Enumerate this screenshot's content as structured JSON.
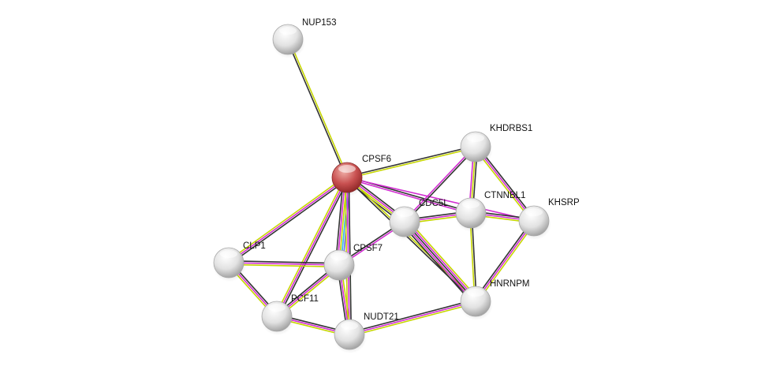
{
  "network": {
    "colors": {
      "black": "#333333",
      "yellow": "#c6d600",
      "magenta": "#d22cd2",
      "blue": "#6a6af0",
      "cyan": "#30b8e0",
      "query_node": "#c84848",
      "node": "#e0e0e0"
    },
    "nodes": [
      {
        "id": "NUP153",
        "label": "NUP153",
        "query": false
      },
      {
        "id": "CPSF6",
        "label": "CPSF6",
        "query": true
      },
      {
        "id": "KHDRBS1",
        "label": "KHDRBS1",
        "query": false
      },
      {
        "id": "CDC5L",
        "label": "CDC5L",
        "query": false
      },
      {
        "id": "CTNNBL1",
        "label": "CTNNBL1",
        "query": false
      },
      {
        "id": "KHSRP",
        "label": "KHSRP",
        "query": false
      },
      {
        "id": "CLP1",
        "label": "CLP1",
        "query": false
      },
      {
        "id": "CPSF7",
        "label": "CPSF7",
        "query": false
      },
      {
        "id": "PCF11",
        "label": "PCF11",
        "query": false
      },
      {
        "id": "NUDT21",
        "label": "NUDT21",
        "query": false
      },
      {
        "id": "HNRNPM",
        "label": "HNRNPM",
        "query": false
      }
    ],
    "edges": [
      {
        "a": "CPSF6",
        "b": "NUP153",
        "evidence": [
          "black",
          "yellow"
        ]
      },
      {
        "a": "CPSF6",
        "b": "KHDRBS1",
        "evidence": [
          "black",
          "yellow"
        ]
      },
      {
        "a": "CPSF6",
        "b": "CTNNBL1",
        "evidence": [
          "black",
          "magenta"
        ]
      },
      {
        "a": "CPSF6",
        "b": "KHSRP",
        "evidence": [
          "magenta"
        ]
      },
      {
        "a": "CPSF6",
        "b": "CDC5L",
        "evidence": [
          "black",
          "magenta",
          "yellow",
          "black"
        ]
      },
      {
        "a": "CPSF6",
        "b": "CLP1",
        "evidence": [
          "black",
          "magenta",
          "yellow"
        ]
      },
      {
        "a": "CPSF6",
        "b": "PCF11",
        "evidence": [
          "black",
          "magenta",
          "yellow"
        ]
      },
      {
        "a": "CPSF6",
        "b": "CPSF7",
        "evidence": [
          "blue",
          "cyan",
          "yellow",
          "magenta",
          "black"
        ]
      },
      {
        "a": "CPSF6",
        "b": "NUDT21",
        "evidence": [
          "black",
          "magenta",
          "yellow"
        ]
      },
      {
        "a": "CPSF6",
        "b": "HNRNPM",
        "evidence": [
          "yellow",
          "black"
        ]
      },
      {
        "a": "KHDRBS1",
        "b": "CDC5L",
        "evidence": [
          "black",
          "magenta"
        ]
      },
      {
        "a": "KHDRBS1",
        "b": "CTNNBL1",
        "evidence": [
          "black",
          "yellow",
          "magenta"
        ]
      },
      {
        "a": "KHDRBS1",
        "b": "KHSRP",
        "evidence": [
          "black",
          "magenta",
          "yellow"
        ]
      },
      {
        "a": "CDC5L",
        "b": "CTNNBL1",
        "evidence": [
          "black",
          "magenta",
          "yellow"
        ]
      },
      {
        "a": "CDC5L",
        "b": "CPSF7",
        "evidence": [
          "magenta",
          "black"
        ]
      },
      {
        "a": "CDC5L",
        "b": "HNRNPM",
        "evidence": [
          "yellow",
          "magenta",
          "black",
          "magenta",
          "black"
        ]
      },
      {
        "a": "CTNNBL1",
        "b": "KHSRP",
        "evidence": [
          "black",
          "magenta",
          "yellow"
        ]
      },
      {
        "a": "CTNNBL1",
        "b": "HNRNPM",
        "evidence": [
          "black",
          "yellow"
        ]
      },
      {
        "a": "KHSRP",
        "b": "HNRNPM",
        "evidence": [
          "yellow",
          "magenta",
          "black"
        ]
      },
      {
        "a": "CLP1",
        "b": "CPSF7",
        "evidence": [
          "black",
          "magenta",
          "yellow"
        ]
      },
      {
        "a": "CLP1",
        "b": "PCF11",
        "evidence": [
          "black",
          "magenta",
          "yellow"
        ]
      },
      {
        "a": "PCF11",
        "b": "CPSF7",
        "evidence": [
          "black",
          "magenta",
          "yellow"
        ]
      },
      {
        "a": "PCF11",
        "b": "NUDT21",
        "evidence": [
          "black",
          "magenta",
          "yellow"
        ]
      },
      {
        "a": "CPSF7",
        "b": "NUDT21",
        "evidence": [
          "yellow",
          "magenta",
          "black"
        ]
      },
      {
        "a": "NUDT21",
        "b": "HNRNPM",
        "evidence": [
          "black",
          "magenta",
          "yellow"
        ]
      }
    ]
  }
}
